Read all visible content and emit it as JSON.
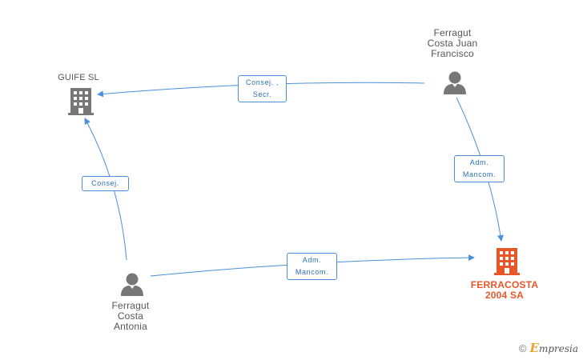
{
  "nodes": {
    "guife": {
      "label": "GUIFE SL",
      "type": "company"
    },
    "juan": {
      "label": "Ferragut\nCosta Juan\nFrancisco",
      "type": "person"
    },
    "antonia": {
      "label": "Ferragut\nCosta\nAntonia",
      "type": "person"
    },
    "ferracosta": {
      "label": "FERRACOSTA\n2004 SA",
      "type": "company-highlight"
    }
  },
  "edges": {
    "juan_guife": "Consej. ,\nSecr.",
    "juan_ferracosta": "Adm.\nMancom.",
    "antonia_guife": "Consej.",
    "antonia_ferracosta": "Adm.\nMancom."
  },
  "colors": {
    "edge": "#4a90d9",
    "company": "#777777",
    "highlight": "#e8572a",
    "person": "#777777"
  },
  "watermark": {
    "symbol": "©",
    "brand_initial": "E",
    "brand_rest": "mpresia"
  }
}
